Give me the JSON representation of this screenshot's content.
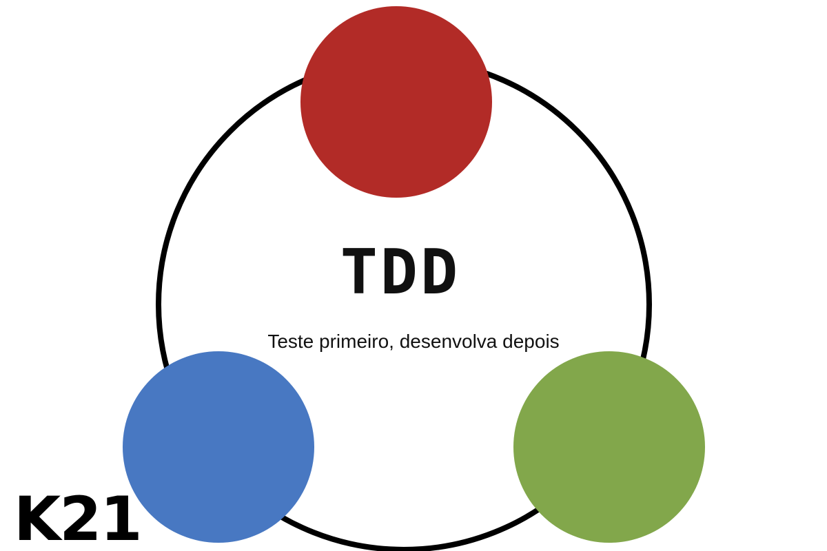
{
  "diagram": {
    "title": "TDD",
    "subtitle": "Teste primeiro, desenvolva depois",
    "cycle": {
      "stroke_color": "#000000",
      "nodes": [
        {
          "position": "top",
          "color": "#b22b27"
        },
        {
          "position": "bottom-left",
          "color": "#4878c2"
        },
        {
          "position": "bottom-right",
          "color": "#82a74b"
        }
      ]
    }
  },
  "logo": {
    "text": "K21"
  }
}
